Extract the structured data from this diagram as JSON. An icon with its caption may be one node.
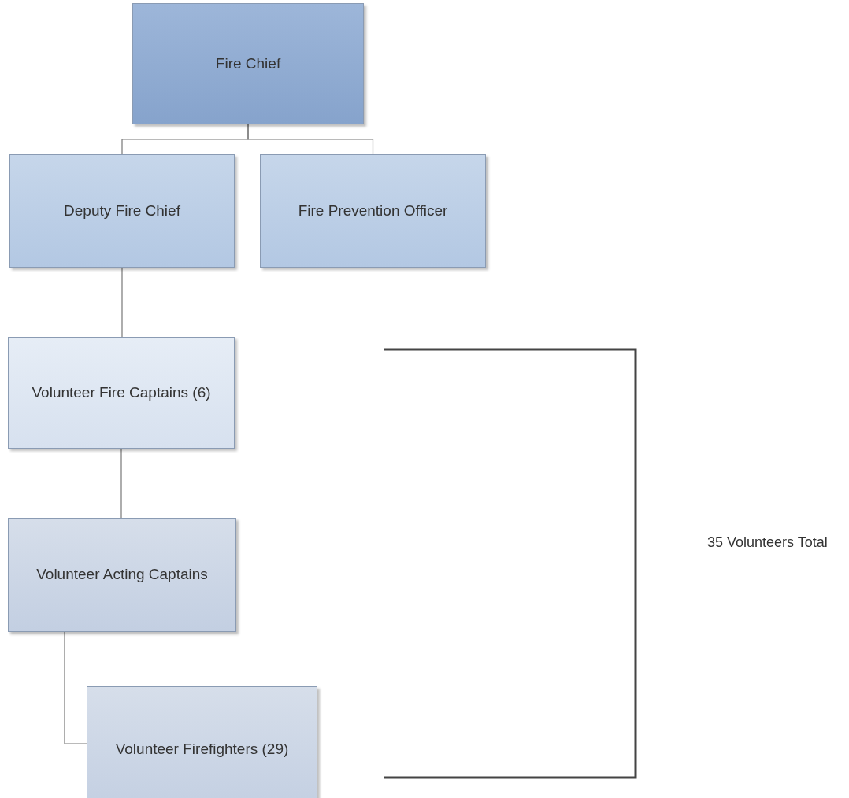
{
  "diagram": {
    "nodes": [
      {
        "text": [
          "Fire Chief"
        ]
      },
      {
        "text": [
          "Deputy Fire Chief"
        ]
      },
      {
        "text": [
          "Fire Prevention Officer"
        ]
      },
      {
        "text": [
          "Volunteer Fire Captains (6)"
        ]
      },
      {
        "text": [
          "Volunteer Acting Captains"
        ]
      },
      {
        "text": [
          "Volunteer Firefighters (29)"
        ]
      }
    ],
    "edges": [
      {
        "from": 0,
        "to": 1,
        "arrow": "none"
      },
      {
        "from": 0,
        "to": 2,
        "arrow": "none"
      },
      {
        "from": 1,
        "to": 3,
        "arrow": "none"
      },
      {
        "from": 3,
        "to": 4,
        "arrow": "none"
      },
      {
        "from": 4,
        "to": 5,
        "arrow": "none"
      }
    ],
    "labels": [
      "35 Volunteers Total"
    ]
  }
}
